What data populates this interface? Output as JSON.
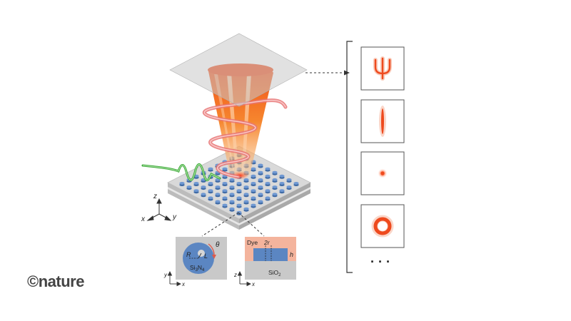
{
  "figure": {
    "axes_main": {
      "z": "z",
      "x": "x",
      "y": "y"
    },
    "inset_top": {
      "angle": "θ",
      "R": "R",
      "L": "L",
      "material_prefix": "Si",
      "material_sub1": "3",
      "material_mid": "N",
      "material_sub2": "4",
      "axis_y": "y",
      "axis_x": "x"
    },
    "inset_side": {
      "dye": "Dye",
      "two_r": "2r",
      "h": "h",
      "substrate_prefix": "SiO",
      "substrate_sub": "2",
      "axis_z": "z",
      "axis_x": "x"
    },
    "output_patterns": [
      "psi-pattern",
      "line-pattern",
      "dot-pattern",
      "ring-pattern"
    ],
    "ellipsis": "· · ·",
    "colors": {
      "beam": "#f26a1b",
      "pattern": "#ef5a2a",
      "pillar": "#5b86c2",
      "dye": "#f4b49d",
      "substrate": "#c9c9c9",
      "laser": "#3aa935",
      "helix": "#e86a6a"
    }
  },
  "brand": {
    "symbol": "©",
    "name": "nature"
  }
}
